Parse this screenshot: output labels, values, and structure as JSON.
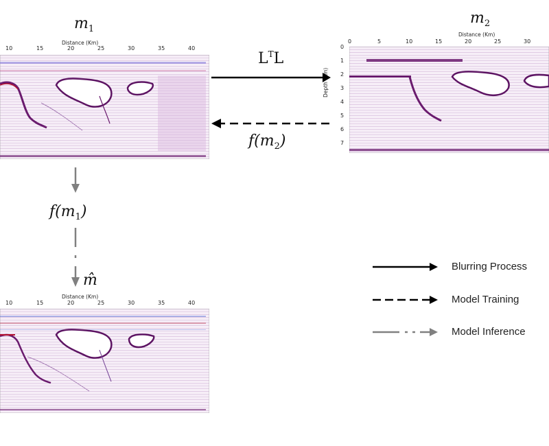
{
  "labels": {
    "m1": "m",
    "m1_sub": "1",
    "m2": "m",
    "m2_sub": "2",
    "m_hat": "m̂",
    "ltl_base": "L",
    "ltl_sup": "T",
    "ltl_tail": "L",
    "f_m2": "f(m",
    "f_m2_sub": "2",
    "f_m2_close": ")",
    "f_m1": "f(m",
    "f_m1_sub": "1",
    "f_m1_close": ")"
  },
  "axes": {
    "x_title": "Distance (Km)",
    "y_title": "Depth (Km)",
    "x_ticks_left": [
      "10",
      "15",
      "20",
      "25",
      "30",
      "35",
      "40"
    ],
    "x_ticks_right": [
      "0",
      "5",
      "10",
      "15",
      "20",
      "25",
      "30"
    ],
    "y_ticks": [
      "0",
      "1",
      "2",
      "3",
      "4",
      "5",
      "6",
      "7"
    ]
  },
  "legend": {
    "items": [
      {
        "label": "Blurring Process",
        "style": "solid",
        "color": "#000000"
      },
      {
        "label": "Model Training",
        "style": "dashed",
        "color": "#000000"
      },
      {
        "label": "Model Inference",
        "style": "dashdot",
        "color": "#808080"
      }
    ]
  },
  "colors": {
    "arrow_black": "#000000",
    "arrow_gray": "#808080",
    "seismic_purple": "#6a1b6e",
    "seismic_red": "#b3122d",
    "seismic_blue": "#4b5fd0"
  }
}
